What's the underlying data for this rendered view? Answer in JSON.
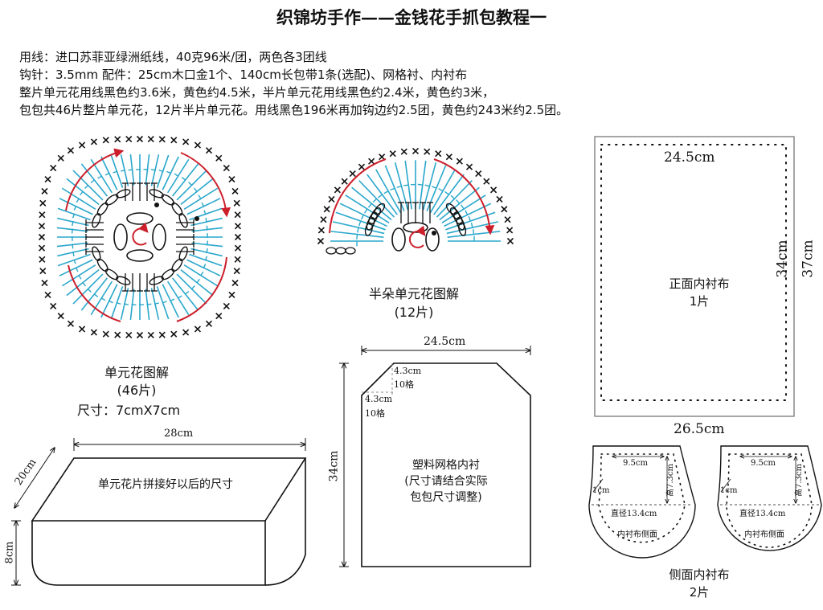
{
  "title": "织锦坊手作——金钱花手抓包教程一",
  "materials": {
    "line1": "用线：进口苏菲亚绿洲纸线，40克96米/团，两色各3团线",
    "line2": "钩针：3.5mm  配件：25cm木口金1个、140cm长包带1条(选配)、网格衬、内衬布",
    "line3": "整片单元花用线黑色约3.6米，黄色约4.5米，半片单元花用线黑色约2.4米，黄色约3米，",
    "line4": "包包共46片整片单元花，12片半片单元花。用线黑色196米再加钩边约2.5团，黄色约243米约2.5团。"
  },
  "unit_flower": {
    "caption": "单元花图解",
    "count": "(46片)",
    "size": "尺寸：7cmX7cm"
  },
  "half_flower": {
    "caption": "半朵单元花图解",
    "count": "(12片)"
  },
  "front_lining": {
    "inner_width": "24.5cm",
    "inner_height": "34cm",
    "outer_height": "37cm",
    "outer_width": "26.5cm",
    "label": "正面内衬布",
    "count": "1片"
  },
  "mesh_lining": {
    "width": "24.5cm",
    "height": "34cm",
    "corner_v_value": "4.3cm",
    "corner_v_rows": "10格",
    "corner_h_value": "4.3cm",
    "corner_h_rows": "10格",
    "label1": "塑料网格内衬",
    "label2": "(尺寸请结合实际",
    "label3": "包包尺寸调整)"
  },
  "bag_box": {
    "width": "28cm",
    "depth": "20cm",
    "height": "8cm",
    "label": "单元花片拼接好以后的尺寸"
  },
  "side_lining": {
    "width_small": "9.5cm",
    "height_small": "高7.3cm",
    "margin": "1cm",
    "diameter": "直径13.4cm",
    "inner_label": "内衬布侧面",
    "caption": "侧面内衬布",
    "count": "2片"
  },
  "colors": {
    "black": "#111111",
    "blue": "#2aa7cc",
    "red": "#cc1f2b",
    "gray": "#888888"
  }
}
